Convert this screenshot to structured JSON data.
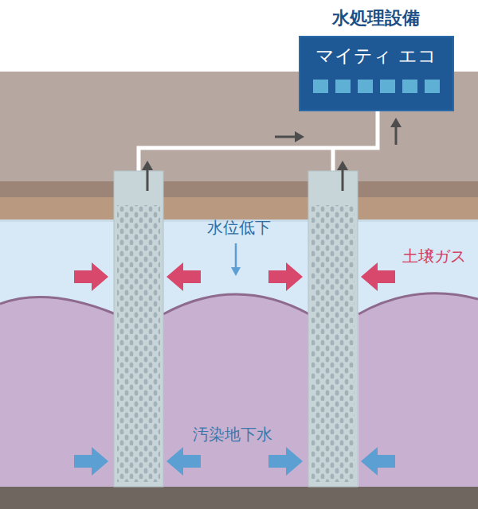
{
  "diagram": {
    "nodes": [
      {
        "text": [
          "水処理設備",
          "マイティ エコ"
        ]
      }
    ],
    "labels": [
      "水位低下",
      "土壌ガス",
      "汚染地下水"
    ]
  }
}
